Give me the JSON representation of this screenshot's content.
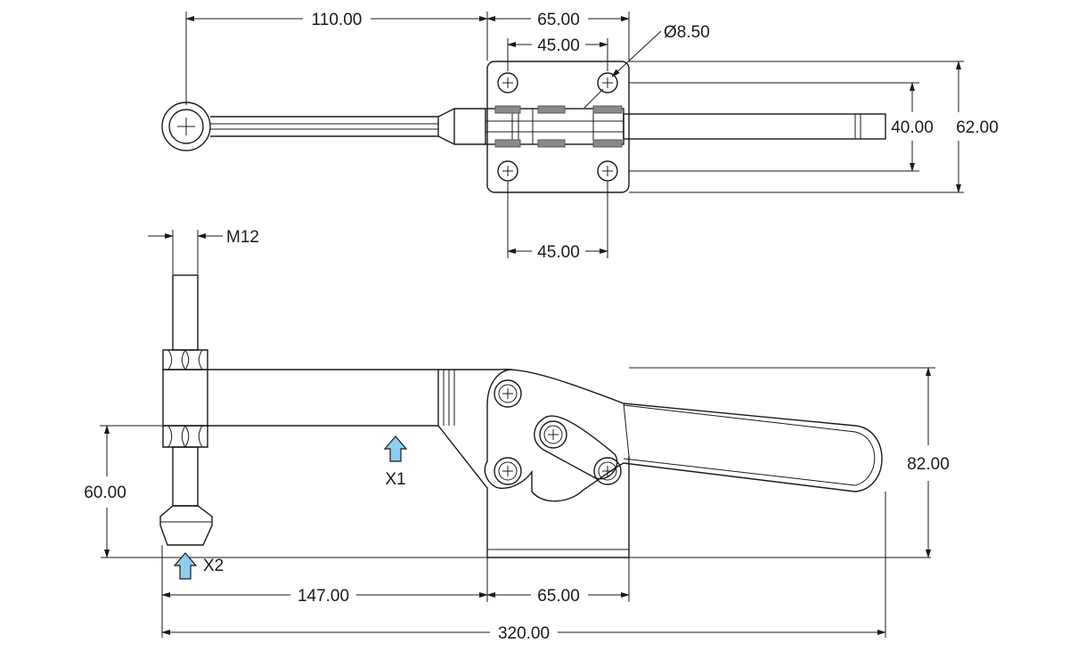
{
  "dimensions": {
    "handle_length": "110.00",
    "base_width_top": "65.00",
    "hole_spacing_top": "45.00",
    "hole_diameter": "Ø8.50",
    "hole_spacing_bottom": "45.00",
    "hole_spacing_vertical": "40.00",
    "base_depth": "62.00",
    "thread": "M12",
    "spindle_height": "60.00",
    "reach": "147.00",
    "base_width_side": "65.00",
    "overall_height": "82.00",
    "overall_length": "320.00"
  },
  "markers": {
    "x1": "X1",
    "x2": "X2"
  },
  "colors": {
    "line": "#1a1a1a",
    "marker_arrow": "#8fcdf0",
    "pad": "#8a8a8a"
  }
}
